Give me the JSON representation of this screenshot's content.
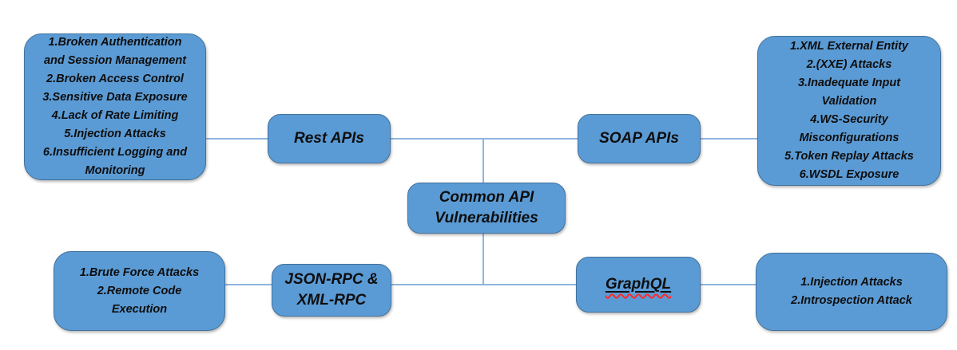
{
  "nodes": {
    "center": {
      "label": "Common API\nVulnerabilities"
    },
    "rest": {
      "label": "Rest APIs"
    },
    "soap": {
      "label": "SOAP APIs"
    },
    "rpc": {
      "label": "JSON-RPC &\nXML-RPC"
    },
    "graphql": {
      "label": "GraphQL"
    }
  },
  "lists": {
    "rest": {
      "items": [
        "1.Broken Authentication\nand Session Management",
        "2.Broken Access Control",
        "3.Sensitive Data Exposure",
        "4.Lack of Rate Limiting",
        "5.Injection Attacks",
        "6.Insufficient Logging and\nMonitoring"
      ]
    },
    "soap": {
      "items": [
        "1.XML External Entity",
        "2.(XXE) Attacks",
        "3.Inadequate Input\nValidation",
        "4.WS-Security\nMisconfigurations",
        "5.Token Replay Attacks",
        "6.WSDL Exposure"
      ]
    },
    "rpc": {
      "items": [
        "1.Brute Force Attacks",
        "2.Remote Code\nExecution"
      ]
    },
    "graphql": {
      "items": [
        "1.Injection Attacks",
        "2.Introspection Attack"
      ]
    }
  },
  "colors": {
    "box_fill": "#5b9bd5",
    "box_border": "#41719c",
    "connector": "#8eb4e0",
    "text": "#0e0e0e",
    "spell": "#ff2a2a"
  }
}
